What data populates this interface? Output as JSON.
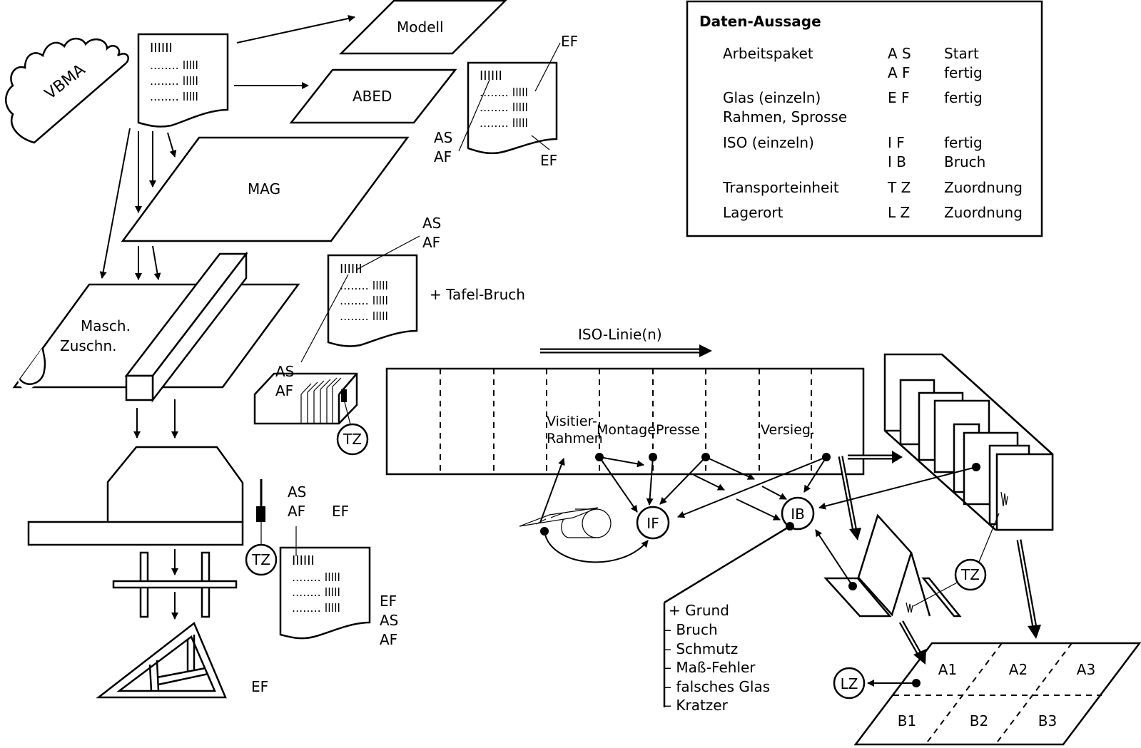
{
  "legend": {
    "title": "Daten-Aussage",
    "rows": [
      {
        "item": "Arbeitspaket",
        "codes": [
          "A S",
          "A F"
        ],
        "meanings": [
          "Start",
          "fertig"
        ]
      },
      {
        "item": "Glas (einzeln)",
        "item2": "Rahmen, Sprosse",
        "codes": [
          "E F"
        ],
        "meanings": [
          "fertig"
        ]
      },
      {
        "item": "ISO (einzeln)",
        "codes": [
          "I F",
          "I B"
        ],
        "meanings": [
          "fertig",
          "Bruch"
        ]
      },
      {
        "item": "Transporteinheit",
        "codes": [
          "T Z"
        ],
        "meanings": [
          "Zuordnung"
        ]
      },
      {
        "item": "Lagerort",
        "codes": [
          "L Z"
        ],
        "meanings": [
          "Zuordnung"
        ]
      }
    ]
  },
  "nodes": {
    "vbma": "VBMA",
    "modell": "Modell",
    "abed": "ABED",
    "mag": "MAG",
    "masch1": "Masch.",
    "masch2": "Zuschn.",
    "tafel_bruch": "+ Tafel-Bruch",
    "iso_line": "ISO-Linie(n)",
    "stations": {
      "visitier1": "Visitier-",
      "visitier2": "Rahmen",
      "montage": "Montage",
      "presse": "Presse",
      "versieg": "Versieg."
    },
    "if": "IF",
    "ib": "IB",
    "tz": "TZ",
    "lz": "LZ"
  },
  "doc": {
    "bars": "IIIIII",
    "rows": [
      "........ lllll",
      "........ lllll",
      "........ lllll"
    ]
  },
  "labels": {
    "as": "AS",
    "af": "AF",
    "ef": "EF"
  },
  "reasons": {
    "header": "+ Grund",
    "items": [
      "– Bruch",
      "– Schmutz",
      "– Maß-Fehler",
      "– falsches Glas",
      "– Kratzer"
    ]
  },
  "storage": {
    "cells": [
      "A1",
      "A2",
      "A3",
      "B1",
      "B2",
      "B3"
    ]
  }
}
